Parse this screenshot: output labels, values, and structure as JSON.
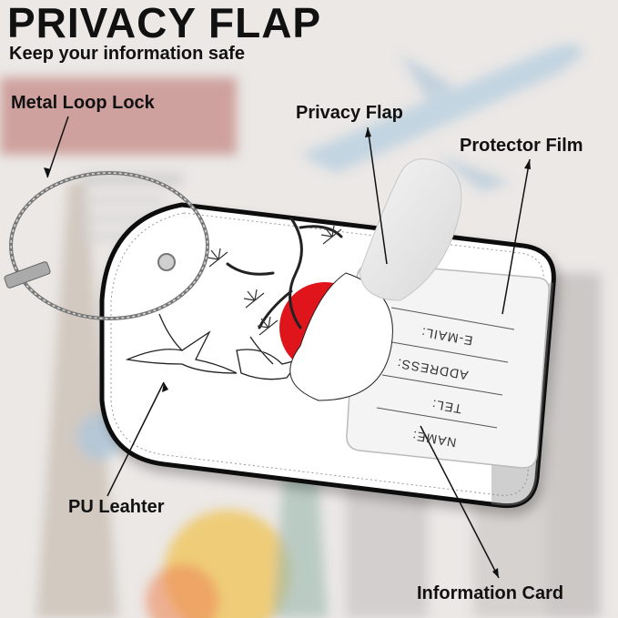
{
  "header": {
    "title": "PRIVACY FLAP",
    "subtitle": "Keep your information safe"
  },
  "callouts": {
    "metal_loop_lock": "Metal Loop Lock",
    "privacy_flap": "Privacy Flap",
    "protector_film": "Protector Film",
    "pu_leather": "PU Leahter",
    "information_card": "Information Card"
  },
  "card": {
    "fields": [
      "E-MAIL:",
      "ADDRESS:",
      "TEL:",
      "NAME:"
    ]
  },
  "colors": {
    "sun_red": "#e0141b",
    "tag_border": "#111111",
    "text": "#111111"
  }
}
